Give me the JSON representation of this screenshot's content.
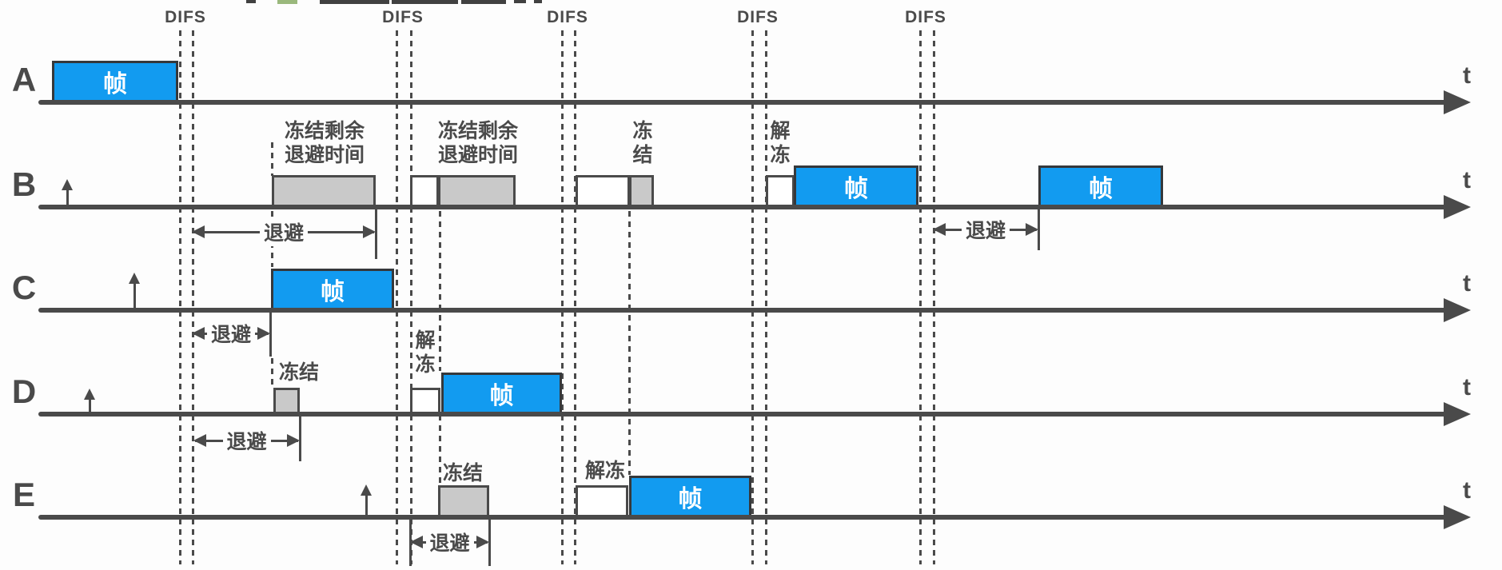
{
  "diagram": {
    "difs_label": "DIFS",
    "time_label": "t",
    "frame_label": "帧",
    "backoff_label": "退避",
    "freeze_label": "冻结",
    "unfreeze_label": "解冻",
    "freeze_remaining_label": "冻结剩余退避时间",
    "stations": [
      "A",
      "B",
      "C",
      "D",
      "E"
    ]
  },
  "colors": {
    "frame_fill": "#129bf0",
    "frame_border": "#35383b",
    "frozen_fill": "#c9c9c9",
    "line": "#4a4a4a",
    "frame_text": "#ffffff"
  }
}
